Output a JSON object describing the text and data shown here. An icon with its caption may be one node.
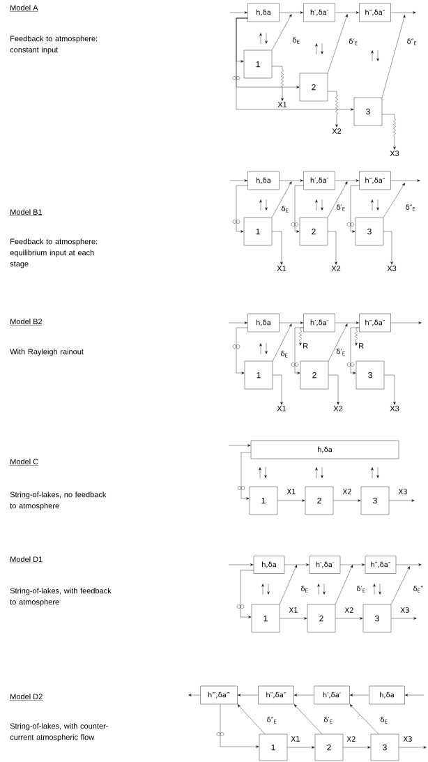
{
  "diagram": {
    "nodes": [
      {
        "text": [
          "h,δa"
        ]
      },
      {
        "text": [
          "h′,δa′"
        ]
      },
      {
        "text": [
          "h″,δa″"
        ]
      },
      {
        "text": [
          "1"
        ]
      },
      {
        "text": [
          "2"
        ]
      },
      {
        "text": [
          "3"
        ]
      },
      {
        "text": [
          "X1"
        ]
      },
      {
        "text": [
          "X2"
        ]
      },
      {
        "text": [
          "X3"
        ]
      },
      {
        "text": [
          "h,δa"
        ]
      },
      {
        "text": [
          "h′,δa′"
        ]
      },
      {
        "text": [
          "h″,δa″"
        ]
      },
      {
        "text": [
          "1"
        ]
      },
      {
        "text": [
          "2"
        ]
      },
      {
        "text": [
          "3"
        ]
      },
      {
        "text": [
          "X1"
        ]
      },
      {
        "text": [
          "X2"
        ]
      },
      {
        "text": [
          "X3"
        ]
      },
      {
        "text": [
          "h,δa"
        ]
      },
      {
        "text": [
          "h′,δa′"
        ]
      },
      {
        "text": [
          "h″,δa″"
        ]
      },
      {
        "text": [
          "R"
        ]
      },
      {
        "text": [
          "R"
        ]
      },
      {
        "text": [
          "1"
        ]
      },
      {
        "text": [
          "2"
        ]
      },
      {
        "text": [
          "3"
        ]
      },
      {
        "text": [
          "X1"
        ]
      },
      {
        "text": [
          "X2"
        ]
      },
      {
        "text": [
          "X3"
        ]
      },
      {
        "text": [
          "h,δa"
        ]
      },
      {
        "text": [
          "1"
        ]
      },
      {
        "text": [
          "2"
        ]
      },
      {
        "text": [
          "3"
        ]
      },
      {
        "text": [
          "h,δa"
        ]
      },
      {
        "text": [
          "h′,δa′"
        ]
      },
      {
        "text": [
          "h″,δa″"
        ]
      },
      {
        "text": [
          "1"
        ]
      },
      {
        "text": [
          "2"
        ]
      },
      {
        "text": [
          "3"
        ]
      },
      {
        "text": [
          "h‴,δa‴"
        ]
      },
      {
        "text": [
          "h″,δa″"
        ]
      },
      {
        "text": [
          "h′,δa′"
        ]
      },
      {
        "text": [
          "h,δa"
        ]
      },
      {
        "text": [
          "1"
        ]
      },
      {
        "text": [
          "2"
        ]
      },
      {
        "text": [
          "3"
        ]
      }
    ],
    "edges": [
      {
        "from": null,
        "to": 0,
        "arrow": "to"
      },
      {
        "from": 0,
        "to": 1,
        "arrow": "to"
      },
      {
        "from": 1,
        "to": 2,
        "arrow": "to"
      },
      {
        "from": 2,
        "to": null,
        "arrow": "to"
      },
      {
        "from": 0,
        "to": 3,
        "arrow": "to"
      },
      {
        "from": 0,
        "to": 4,
        "arrow": "to"
      },
      {
        "from": 0,
        "to": 5,
        "arrow": "to"
      },
      {
        "from": 3,
        "to": 6,
        "arrow": "to"
      },
      {
        "from": 4,
        "to": 7,
        "arrow": "to"
      },
      {
        "from": 5,
        "to": 8,
        "arrow": "to"
      },
      {
        "from": 3,
        "to": null,
        "arrow": "to",
        "label": "δ$_{E}$"
      },
      {
        "from": 4,
        "to": null,
        "arrow": "to",
        "label": "δ′$_{E}$"
      },
      {
        "from": 5,
        "to": null,
        "arrow": "to",
        "label": "δ″$_{E}$"
      },
      {
        "from": null,
        "to": 9,
        "arrow": "to"
      },
      {
        "from": 9,
        "to": 10,
        "arrow": "to"
      },
      {
        "from": 10,
        "to": 11,
        "arrow": "to"
      },
      {
        "from": 11,
        "to": null,
        "arrow": "to"
      },
      {
        "from": 9,
        "to": 12,
        "arrow": "to"
      },
      {
        "from": 10,
        "to": 13,
        "arrow": "to"
      },
      {
        "from": 11,
        "to": 14,
        "arrow": "to"
      },
      {
        "from": 12,
        "to": 15,
        "arrow": "to"
      },
      {
        "from": 13,
        "to": 16,
        "arrow": "to"
      },
      {
        "from": 14,
        "to": 17,
        "arrow": "to"
      },
      {
        "from": 12,
        "to": null,
        "arrow": "to",
        "label": "δ$_{E}$"
      },
      {
        "from": 13,
        "to": null,
        "arrow": "to",
        "label": "δ′$_{E}$"
      },
      {
        "from": 14,
        "to": null,
        "arrow": "to",
        "label": "δ″$_{E}$"
      },
      {
        "from": null,
        "to": 18,
        "arrow": "to"
      },
      {
        "from": 18,
        "to": 19,
        "arrow": "to"
      },
      {
        "from": 19,
        "to": 20,
        "arrow": "to"
      },
      {
        "from": 20,
        "to": null,
        "arrow": "to"
      },
      {
        "from": 18,
        "to": 23,
        "arrow": "to"
      },
      {
        "from": 19,
        "to": 24,
        "arrow": "to"
      },
      {
        "from": 20,
        "to": 25,
        "arrow": "to"
      },
      {
        "from": 19,
        "to": 21,
        "arrow": "to"
      },
      {
        "from": 20,
        "to": 22,
        "arrow": "to"
      },
      {
        "from": 23,
        "to": 26,
        "arrow": "to"
      },
      {
        "from": 24,
        "to": 27,
        "arrow": "to"
      },
      {
        "from": 25,
        "to": 28,
        "arrow": "to"
      },
      {
        "from": 23,
        "to": null,
        "arrow": "to",
        "label": "δ$_{E}$"
      },
      {
        "from": 24,
        "to": null,
        "arrow": "to",
        "label": "δ′$_{E}$"
      },
      {
        "from": null,
        "to": 29,
        "arrow": "to"
      },
      {
        "from": 29,
        "to": 30,
        "arrow": "to"
      },
      {
        "from": 30,
        "to": 31,
        "arrow": "to",
        "label": "X1"
      },
      {
        "from": 31,
        "to": 32,
        "arrow": "to",
        "label": "X2"
      },
      {
        "from": 32,
        "to": null,
        "arrow": "to",
        "label": "X3"
      },
      {
        "from": null,
        "to": 33,
        "arrow": "to"
      },
      {
        "from": 33,
        "to": 34,
        "arrow": "to"
      },
      {
        "from": 34,
        "to": 35,
        "arrow": "to"
      },
      {
        "from": 35,
        "to": null,
        "arrow": "to"
      },
      {
        "from": 33,
        "to": 36,
        "arrow": "to"
      },
      {
        "from": 36,
        "to": 37,
        "arrow": "to",
        "label": "X1"
      },
      {
        "from": 37,
        "to": 38,
        "arrow": "to",
        "label": "X2"
      },
      {
        "from": 38,
        "to": null,
        "arrow": "to",
        "label": "X3"
      },
      {
        "from": 36,
        "to": null,
        "arrow": "to",
        "label": "δ$_{E}$"
      },
      {
        "from": 37,
        "to": null,
        "arrow": "to",
        "label": "δ′$_{E}$"
      },
      {
        "from": 38,
        "to": null,
        "arrow": "to",
        "label": "δ$_{E}$″"
      },
      {
        "from": null,
        "to": 42,
        "arrow": "to"
      },
      {
        "from": 42,
        "to": 41,
        "arrow": "to"
      },
      {
        "from": 41,
        "to": 40,
        "arrow": "to"
      },
      {
        "from": 40,
        "to": 39,
        "arrow": "to"
      },
      {
        "from": 39,
        "to": null,
        "arrow": "to"
      },
      {
        "from": 39,
        "to": 43,
        "arrow": "to"
      },
      {
        "from": 43,
        "to": 44,
        "arrow": "to",
        "label": "X1"
      },
      {
        "from": 44,
        "to": 45,
        "arrow": "to",
        "label": "X2"
      },
      {
        "from": 45,
        "to": null,
        "arrow": "to",
        "label": "X3"
      },
      {
        "from": 43,
        "to": 39,
        "arrow": "to",
        "label": "δ″$_{E}$"
      },
      {
        "from": 44,
        "to": 40,
        "arrow": "to",
        "label": "δ′$_{E}$"
      },
      {
        "from": 45,
        "to": 41,
        "arrow": "to",
        "label": "δ$_{E}$"
      }
    ],
    "labels": [
      "Model A",
      "Feedback to atmosphere: constant input",
      "Model B1",
      "Feedback to atmosphere: equilibrium input at each stage",
      "Model B2",
      "With Rayleigh rainout",
      "Model C",
      "String-of-lakes, no feedback to atmosphere",
      "Model D1",
      "String-of-lakes, with feedback to atmosphere",
      "Model D2",
      "String-of-lakes, with counter-current atmospheric flow"
    ]
  }
}
